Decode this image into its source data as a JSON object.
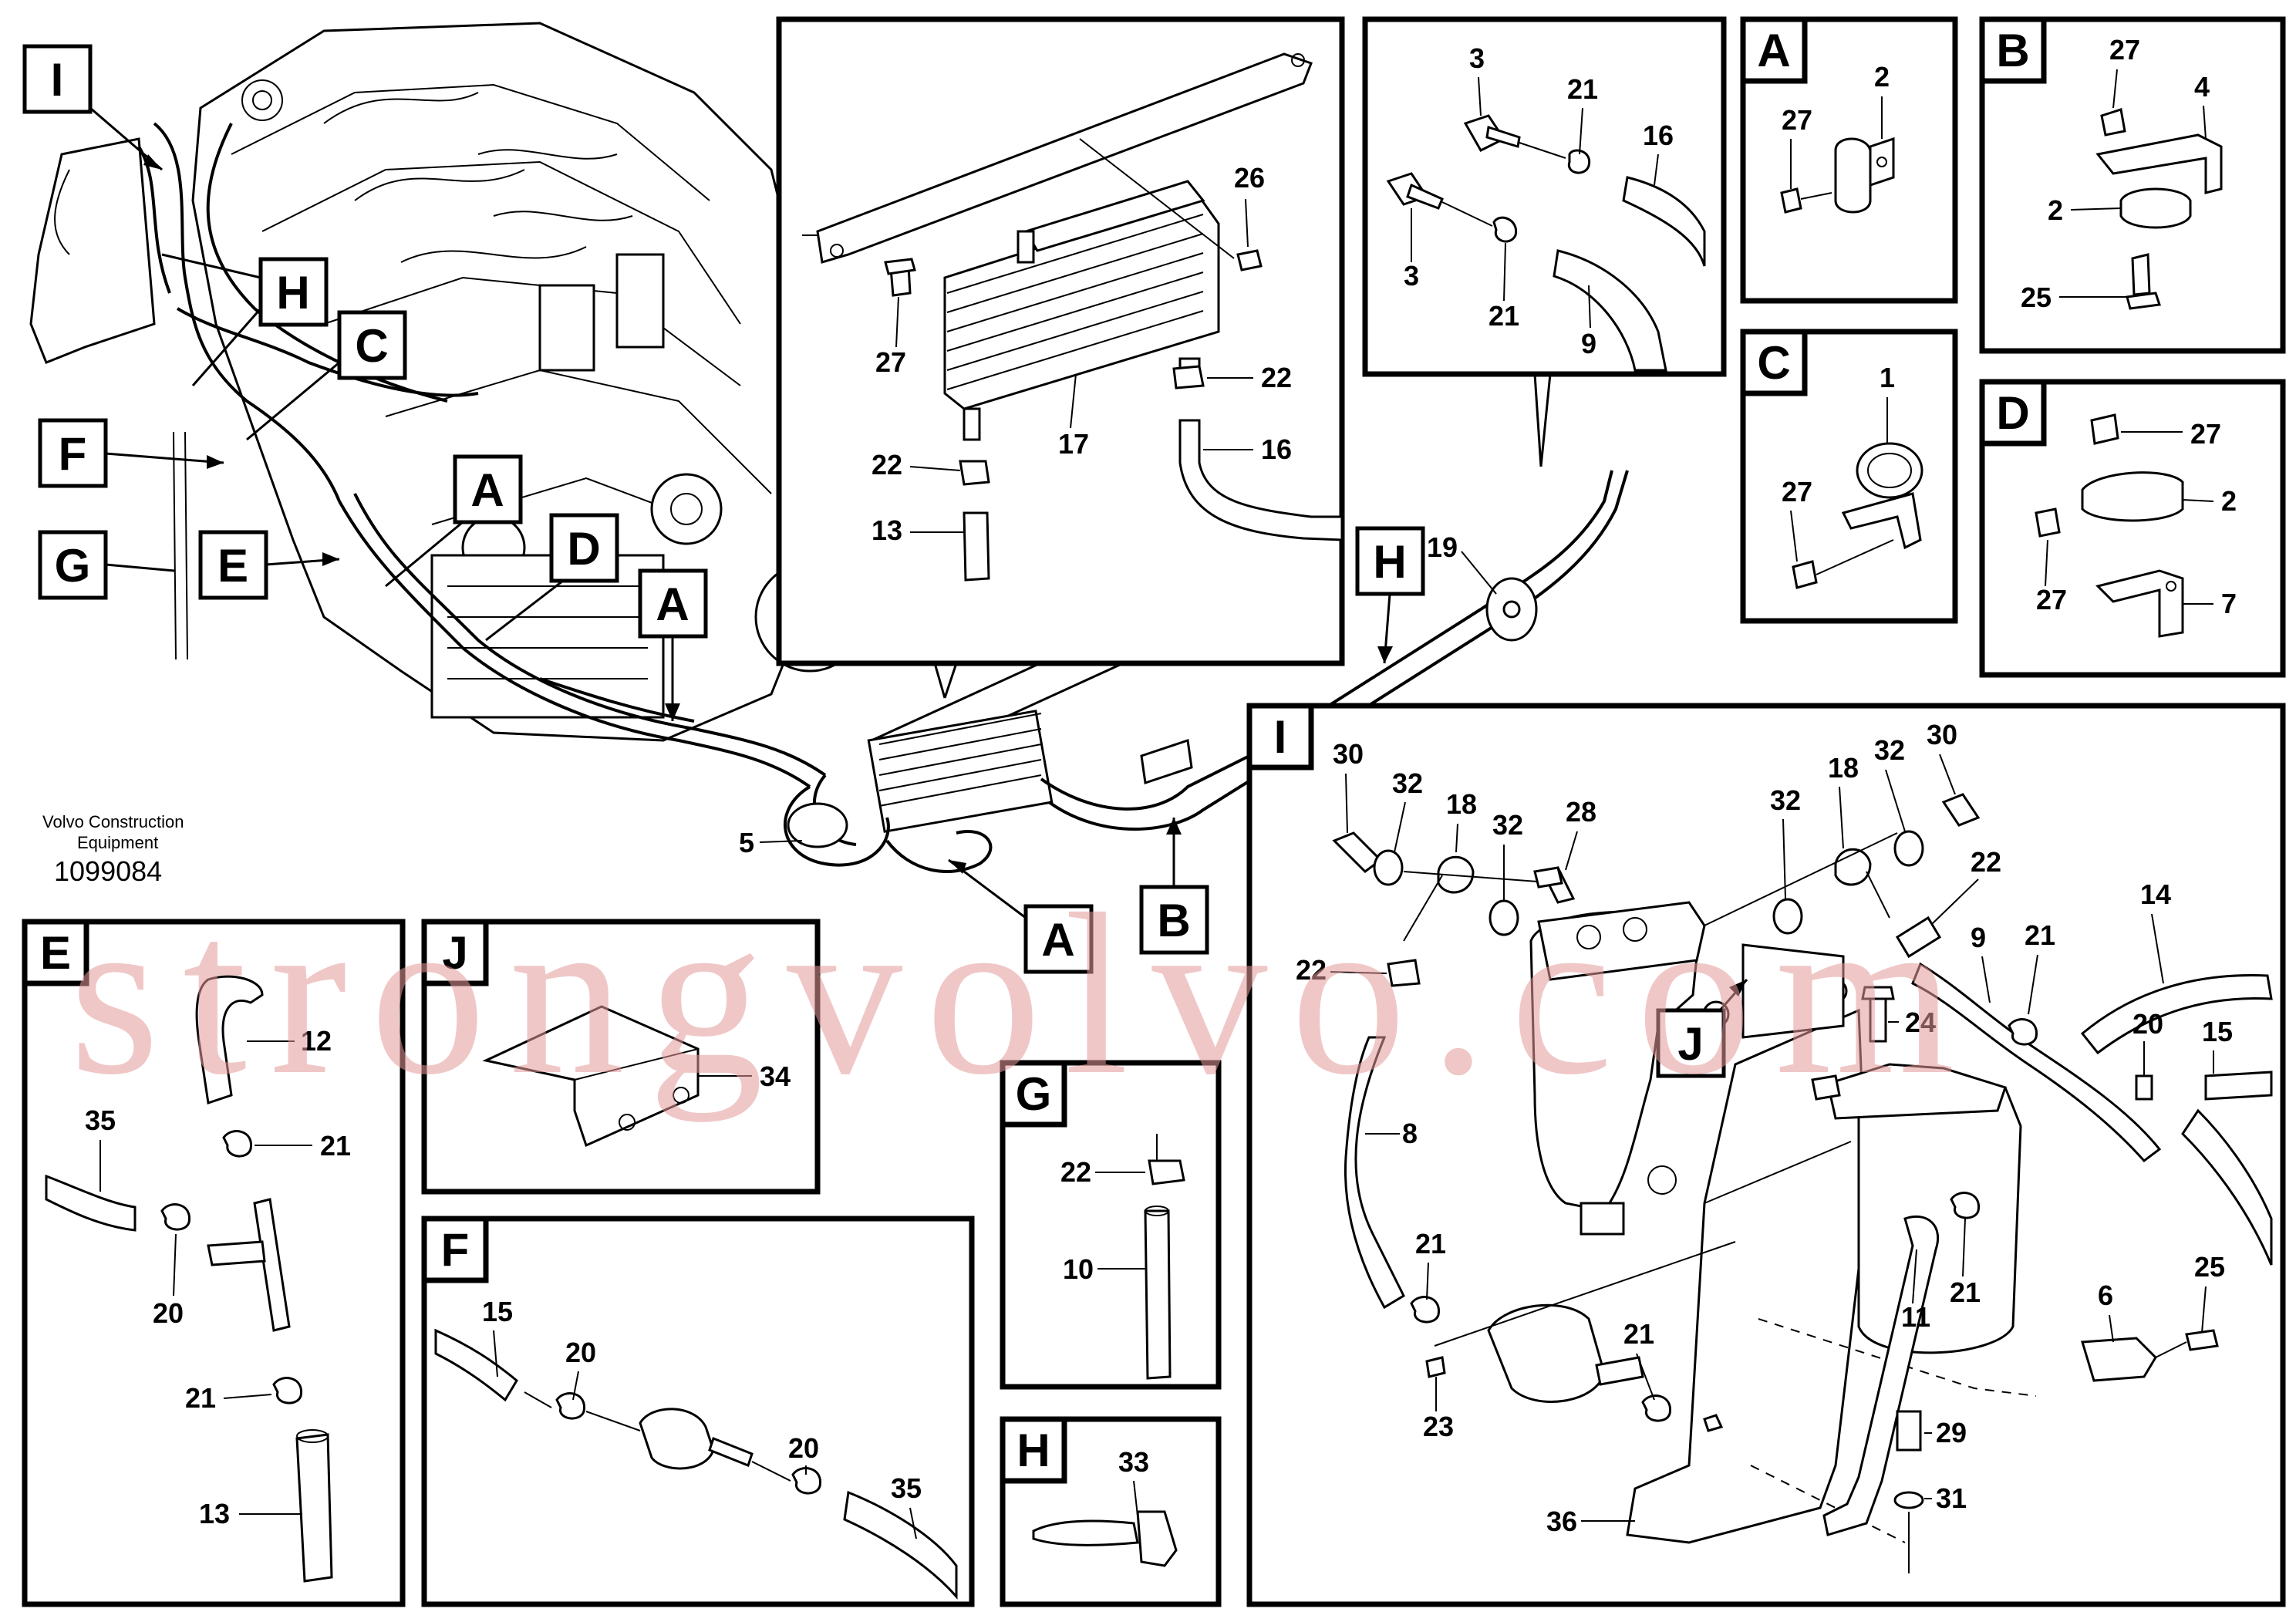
{
  "credit": {
    "line1": "Volvo Construction",
    "line2": "Equipment",
    "drawing_number": "1099084"
  },
  "watermark": "strongvolvo.com",
  "overview_labels": {
    "I": "I",
    "H": "H",
    "C": "C",
    "F": "F",
    "G": "G",
    "E": "E",
    "A1": "A",
    "D": "D",
    "A2": "A",
    "B": "B",
    "A3": "A",
    "H2": "H",
    "p5": "5",
    "p19": "19"
  },
  "panels": {
    "cooler": {
      "parts": {
        "27": "27",
        "26": "26",
        "17": "17",
        "22a": "22",
        "22b": "22",
        "16": "16",
        "13": "13"
      }
    },
    "hoses": {
      "parts": {
        "3a": "3",
        "21a": "21",
        "16": "16",
        "3b": "3",
        "21b": "21",
        "9": "9"
      }
    },
    "A": {
      "title": "A",
      "parts": {
        "2": "2",
        "27": "27"
      }
    },
    "B": {
      "title": "B",
      "parts": {
        "27": "27",
        "4": "4",
        "2": "2",
        "25": "25"
      }
    },
    "C": {
      "title": "C",
      "parts": {
        "1": "1",
        "27": "27"
      }
    },
    "D": {
      "title": "D",
      "parts": {
        "27a": "27",
        "2": "2",
        "27b": "27",
        "7": "7"
      }
    },
    "E": {
      "title": "E",
      "parts": {
        "12": "12",
        "35": "35",
        "21a": "21",
        "20": "20",
        "21b": "21",
        "13": "13"
      }
    },
    "J": {
      "title": "J",
      "parts": {
        "34": "34"
      }
    },
    "F": {
      "title": "F",
      "parts": {
        "15": "15",
        "20a": "20",
        "20b": "20",
        "35": "35"
      }
    },
    "G": {
      "title": "G",
      "parts": {
        "22": "22",
        "10": "10"
      }
    },
    "H": {
      "title": "H",
      "parts": {
        "33": "33"
      }
    },
    "I": {
      "title": "I",
      "parts": {
        "30a": "30",
        "32a": "32",
        "18a": "18",
        "32b": "32",
        "28": "28",
        "32c": "32",
        "18b": "18",
        "32d": "32",
        "30b": "30",
        "22a": "22",
        "14": "14",
        "9": "9",
        "21a": "21",
        "22b": "22",
        "8": "8",
        "J": "J",
        "24": "24",
        "20": "20",
        "15": "15",
        "21b": "21",
        "11": "11",
        "21c": "21",
        "6": "6",
        "25": "25",
        "21d": "21",
        "23": "23",
        "29": "29",
        "31": "31",
        "36": "36"
      }
    }
  }
}
